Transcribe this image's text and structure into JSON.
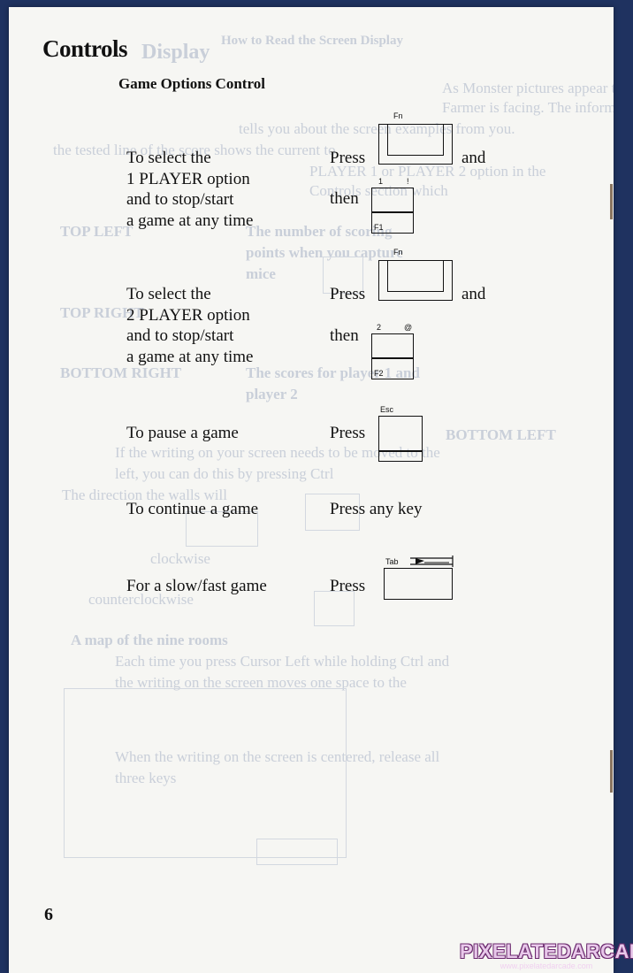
{
  "page": {
    "title": "Controls",
    "subtitle": "Game Options Control",
    "page_number": "6"
  },
  "rows": [
    {
      "id": "one-player",
      "lines": [
        "To select the",
        "1 PLAYER option",
        "and to stop/start",
        "a game at any time"
      ],
      "press": "Press",
      "and": "and",
      "then": "then",
      "key_primary": "Fn",
      "key_secondary_top_left": "1",
      "key_secondary_top_right": "!",
      "key_secondary_bottom": "F1"
    },
    {
      "id": "two-player",
      "lines": [
        "To select the",
        "2 PLAYER option",
        "and to stop/start",
        "a game at any time"
      ],
      "press": "Press",
      "and": "and",
      "then": "then",
      "key_primary": "Fn",
      "key_secondary_top_left": "2",
      "key_secondary_top_right": "@",
      "key_secondary_bottom": "F2"
    },
    {
      "id": "pause",
      "lines": [
        "To pause a game"
      ],
      "press": "Press",
      "key_primary": "Esc"
    },
    {
      "id": "continue",
      "lines": [
        "To continue a game"
      ],
      "press": "Press any key"
    },
    {
      "id": "speed",
      "lines": [
        "For a slow/fast game"
      ],
      "press": "Press",
      "key_primary": "Tab"
    }
  ],
  "bleed_through": {
    "heading_a": "Display",
    "heading_b": "How to Read the Screen Display",
    "lines": [
      "As Monster pictures appear the direction",
      "Farmer is facing. The information below",
      "tells you about the screen examples from you.",
      "the tested line of the score shows the current to",
      "PLAYER 1 or PLAYER 2 option in the",
      "Controls section which",
      "TOP LEFT",
      "The number of scoring",
      "points when you capture",
      "mice",
      "TOP RIGHT",
      "BOTTOM RIGHT",
      "The scores for player 1 and",
      "player 2",
      "BOTTOM LEFT",
      "If the writing on your screen needs to be moved to the",
      "left, you can do this by pressing Ctrl",
      "The direction the walls will",
      "clockwise",
      "counterclockwise",
      "A map of the nine rooms",
      "Each time you press Cursor Left while holding Ctrl and",
      "the writing on the screen moves one space to the",
      "When the writing on the screen is centered, release all",
      "three keys"
    ]
  },
  "footer": {
    "logo": "PIXELATEDARCADE",
    "url": "www.pixelatedarcade.com"
  },
  "colors": {
    "background": "#1f3260",
    "paper": "#f6f6f3",
    "ink": "#111111",
    "bleed": "#c9cfd9"
  }
}
